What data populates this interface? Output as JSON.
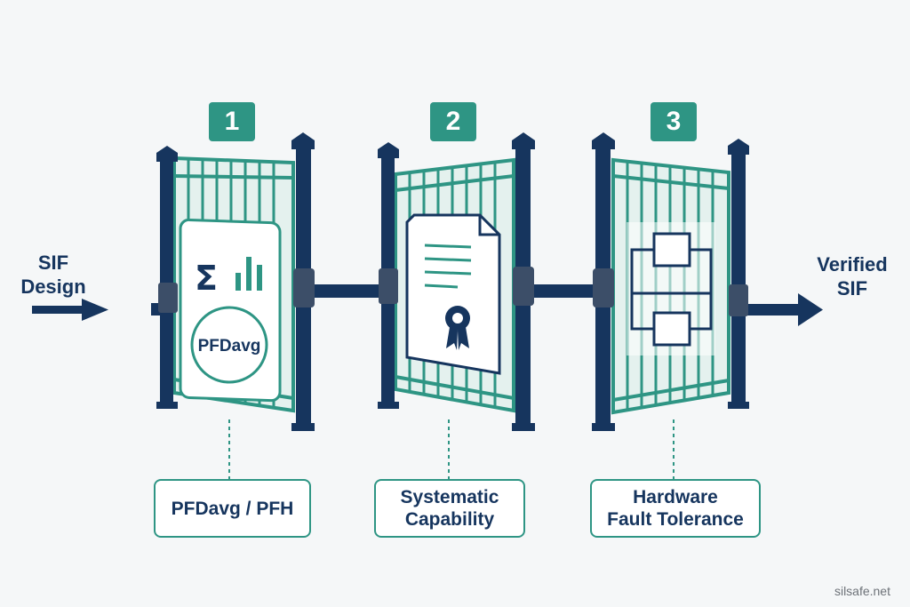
{
  "input": {
    "line1": "SIF",
    "line2": "Design"
  },
  "output": {
    "line1": "Verified",
    "line2": "SIF"
  },
  "gates": [
    {
      "number": "1",
      "label_lines": [
        "PFDavg / PFH"
      ],
      "icon": "sigma-bar-chart-pfdavg-icon",
      "icon_text": "PFDavg",
      "sigma": "Σ"
    },
    {
      "number": "2",
      "label_lines": [
        "Systematic",
        "Capability"
      ],
      "icon": "certificate-document-icon"
    },
    {
      "number": "3",
      "label_lines": [
        "Hardware",
        "Fault Tolerance"
      ],
      "icon": "redundant-architecture-diagram-icon"
    }
  ],
  "watermark": "silsafe.net",
  "colors": {
    "navy": "#16355e",
    "teal": "#2e9584",
    "background": "#f5f7f8"
  }
}
